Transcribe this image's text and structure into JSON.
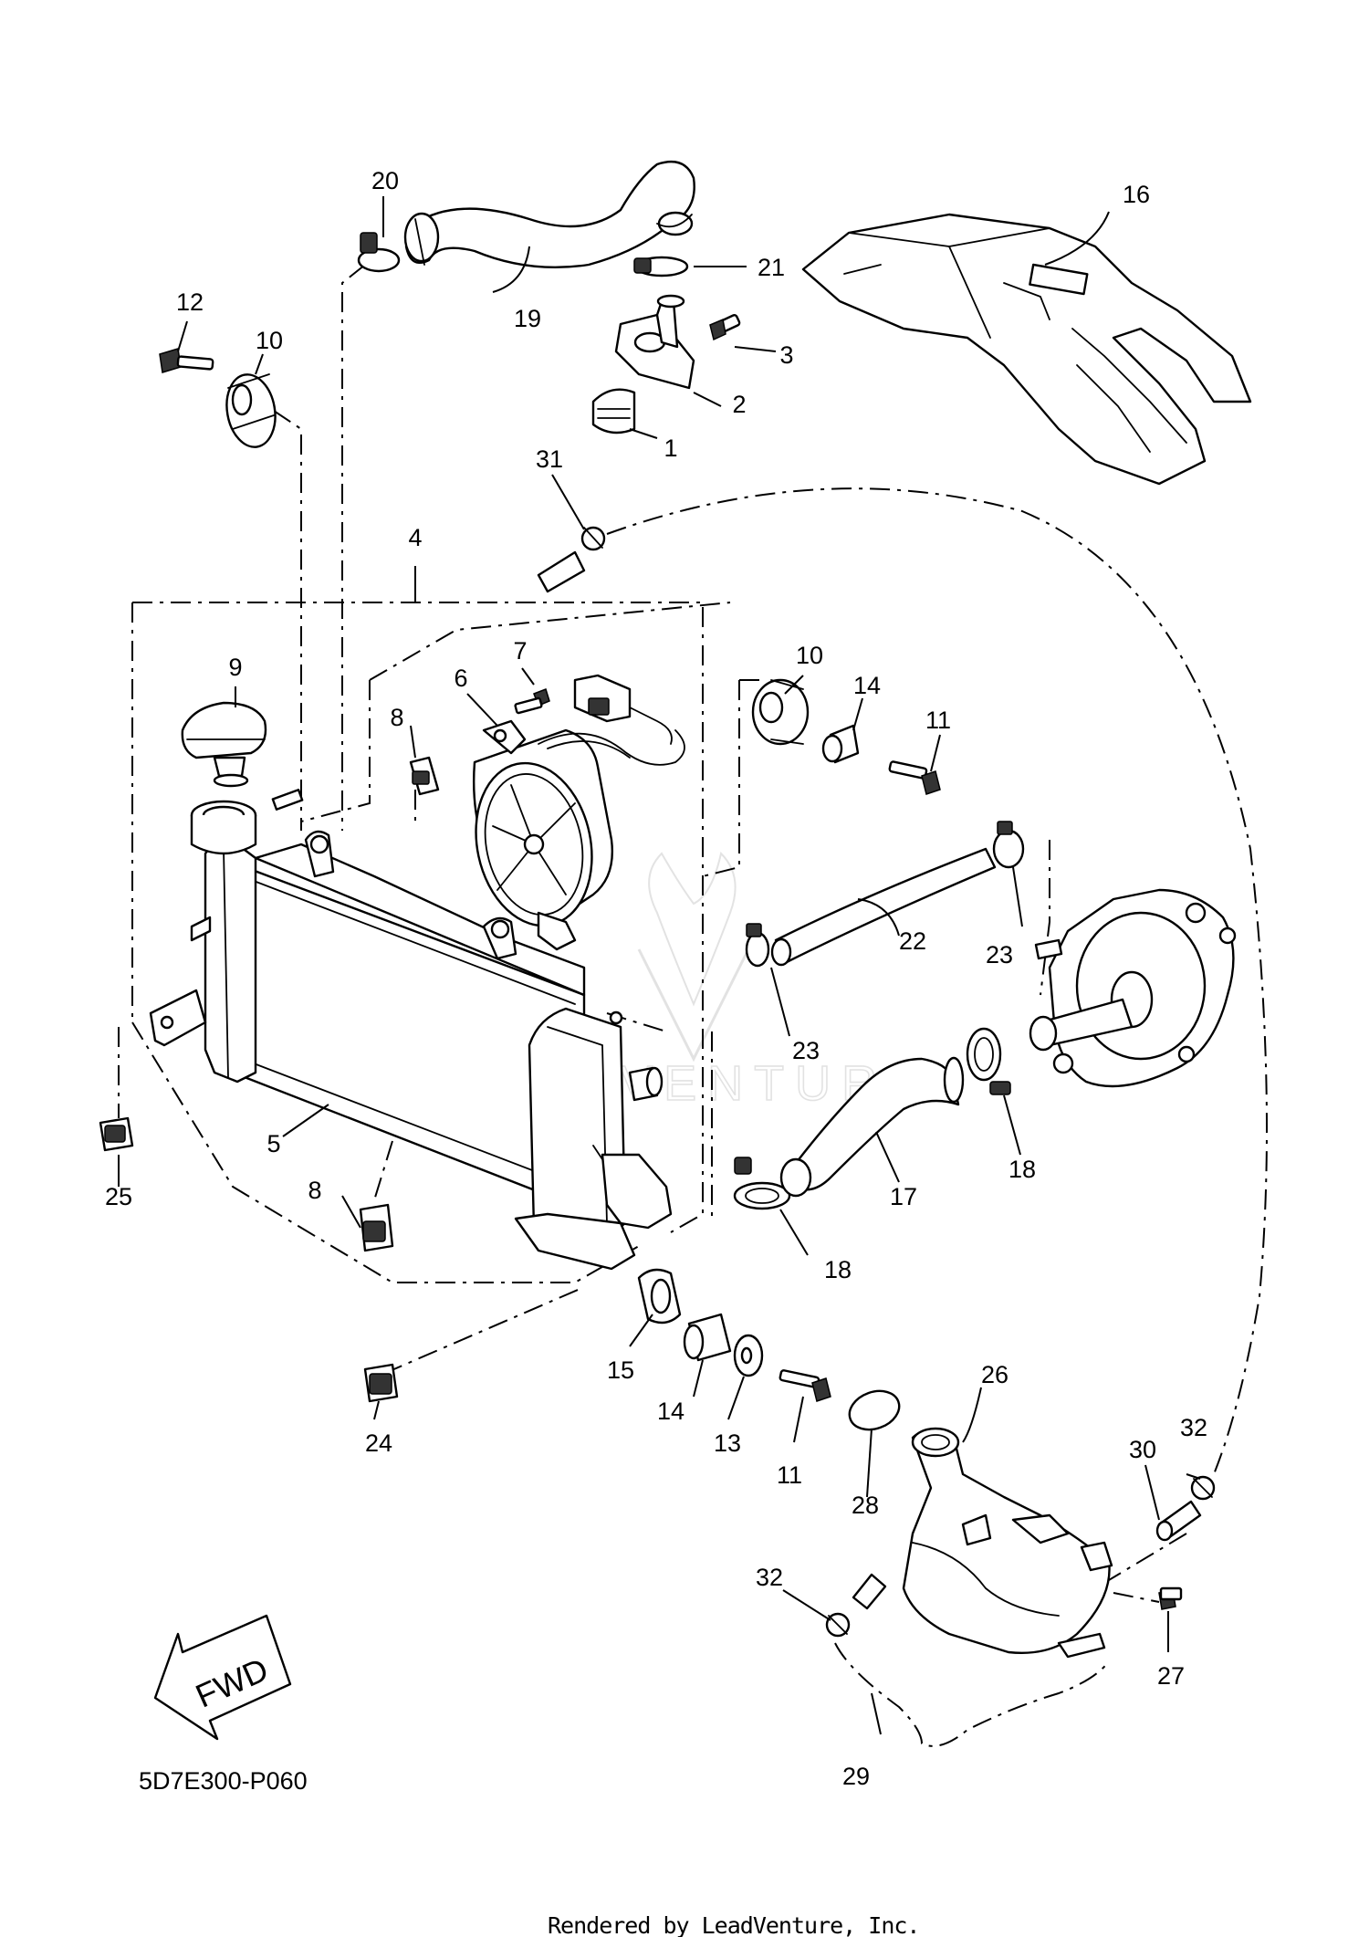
{
  "diagram_code": "5D7E300-P060",
  "rendered_by": "Rendered by LeadVenture, Inc.",
  "watermark": "LEADVENTURE",
  "fwd_label": "FWD",
  "callouts": [
    "1",
    "2",
    "3",
    "4",
    "5",
    "6",
    "7",
    "8",
    "8",
    "9",
    "10",
    "10",
    "11",
    "11",
    "12",
    "13",
    "14",
    "14",
    "15",
    "16",
    "17",
    "18",
    "18",
    "19",
    "20",
    "21",
    "22",
    "23",
    "23",
    "24",
    "25",
    "26",
    "27",
    "28",
    "29",
    "30",
    "31",
    "32",
    "32"
  ]
}
